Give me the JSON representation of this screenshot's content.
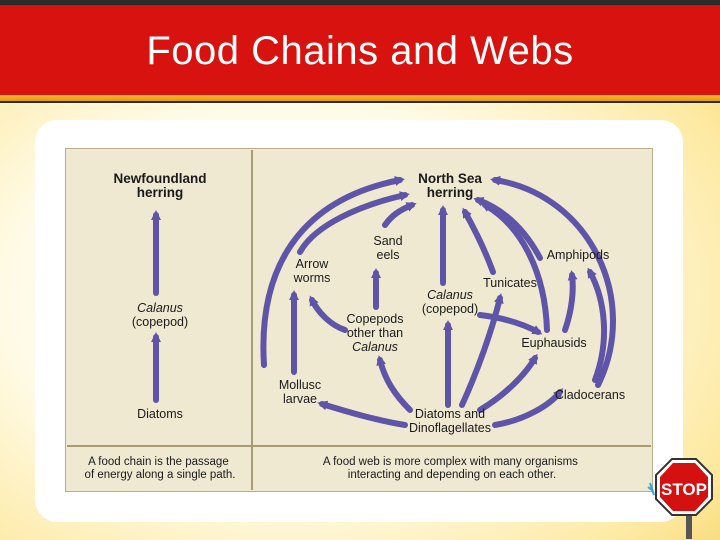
{
  "title": "Food Chains and Webs",
  "colors": {
    "arrow": "#5e55a8",
    "title_bg": "#d8120f",
    "panel": "#f0e9d2"
  },
  "chain": {
    "nodes": [
      {
        "lines": [
          "Newfoundland",
          "herring"
        ],
        "bold": true
      },
      {
        "lines": [
          "Calanus",
          "(copepod)"
        ],
        "italic_first": true
      },
      {
        "lines": [
          "Diatoms"
        ]
      }
    ],
    "caption": [
      "A food chain is the passage",
      "of energy along a single path."
    ]
  },
  "web": {
    "nodes": {
      "herring": {
        "lines": [
          "North Sea",
          "herring"
        ],
        "bold": true
      },
      "sand_eels": {
        "lines": [
          "Sand",
          "eels"
        ]
      },
      "arrow_worms": {
        "lines": [
          "Arrow",
          "worms"
        ]
      },
      "amphipods": {
        "lines": [
          "Amphipods"
        ]
      },
      "tunicates": {
        "lines": [
          "Tunicates"
        ]
      },
      "calanus": {
        "lines": [
          "Calanus",
          "(copepod)"
        ],
        "italic_first": true
      },
      "copepods_other": {
        "lines": [
          "Copepods",
          "other than",
          "Calanus"
        ],
        "italic_last": true
      },
      "euphausids": {
        "lines": [
          "Euphausids"
        ]
      },
      "mollusc_larvae": {
        "lines": [
          "Mollusc",
          "larvae"
        ]
      },
      "cladocerans": {
        "lines": [
          "Cladocerans"
        ]
      },
      "diatoms": {
        "lines": [
          "Diatoms and",
          "Dinoflagellates"
        ]
      }
    },
    "caption": [
      "A food web is more complex with many organisms",
      "interacting and depending on each other."
    ]
  },
  "stop_sign": {
    "label": "STOP"
  }
}
